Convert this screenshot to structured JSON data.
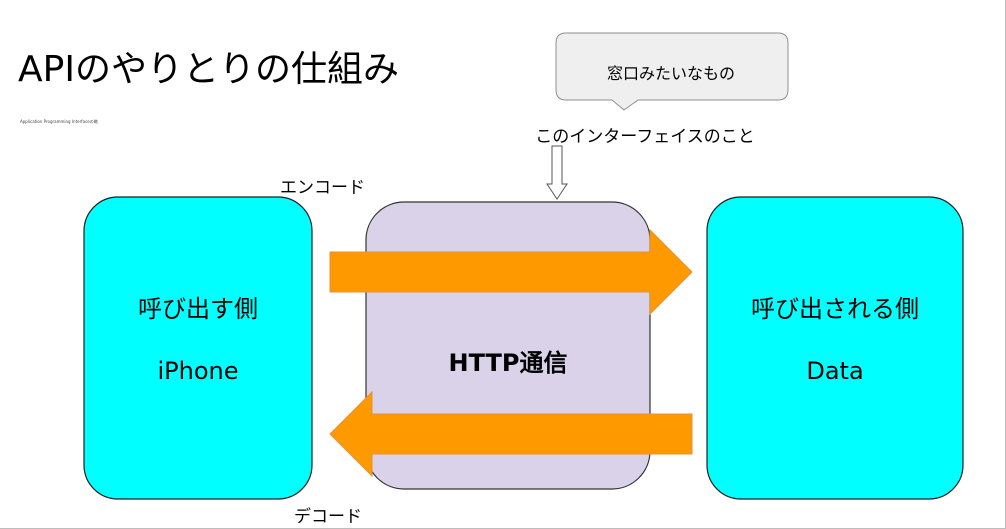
{
  "title": "APIのやりとりの仕組み",
  "subtitle": "Application Programming Interfaceの略",
  "bubble": {
    "text": "窓口みたいなもの"
  },
  "interface_label": "このインターフェイスのこと",
  "encode_label": "エンコード",
  "decode_label": "デコード",
  "caller": {
    "title": "呼び出す側",
    "subtitle": "iPhone"
  },
  "callee": {
    "title": "呼び出される側",
    "subtitle": "Data"
  },
  "middle": {
    "label": "HTTP通信"
  },
  "colors": {
    "endpoint_box": "#00ffff",
    "middle_box": "#d9d2e9",
    "arrow": "#ff9900",
    "bubble": "#efefef"
  }
}
